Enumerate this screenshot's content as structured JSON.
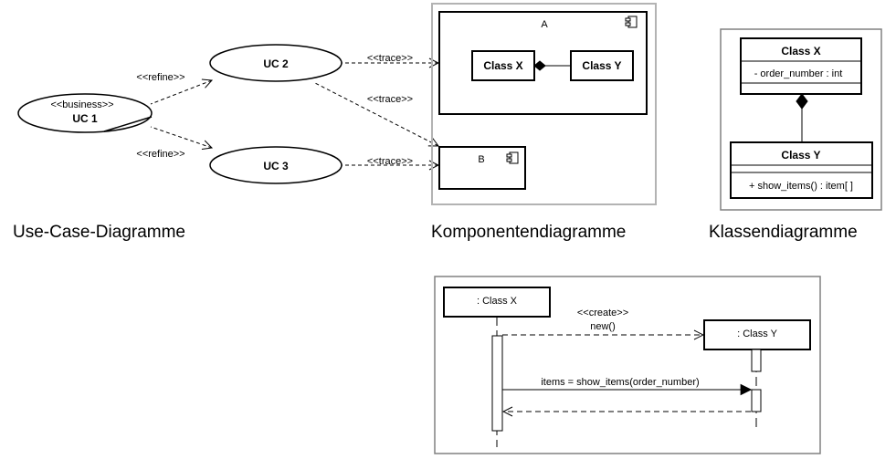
{
  "captions": {
    "use_case": "Use-Case-Diagramme",
    "component": "Komponentendiagramme",
    "class": "Klassendiagramme"
  },
  "use_case": {
    "uc1_stereotype": "<<business>>",
    "uc1_name": "UC 1",
    "uc2_name": "UC 2",
    "uc3_name": "UC 3",
    "refine_top": "<<refine>>",
    "refine_bottom": "<<refine>>",
    "trace_1": "<<trace>>",
    "trace_2": "<<trace>>",
    "trace_3": "<<trace>>"
  },
  "component": {
    "a_name": "A",
    "a_class_x": "Class X",
    "a_class_y": "Class Y",
    "b_name": "B"
  },
  "class_diagram": {
    "class_x": {
      "name": "Class X",
      "attribute": "- order_number : int"
    },
    "class_y": {
      "name": "Class Y",
      "operation": "+ show_items() : item[ ]"
    }
  },
  "sequence": {
    "lifeline_x": ": Class X",
    "lifeline_y": ": Class Y",
    "create_stereotype": "<<create>>",
    "create_message": "new()",
    "call_message": "items = show_items(order_number)"
  },
  "icons": {
    "component": "component-icon"
  }
}
